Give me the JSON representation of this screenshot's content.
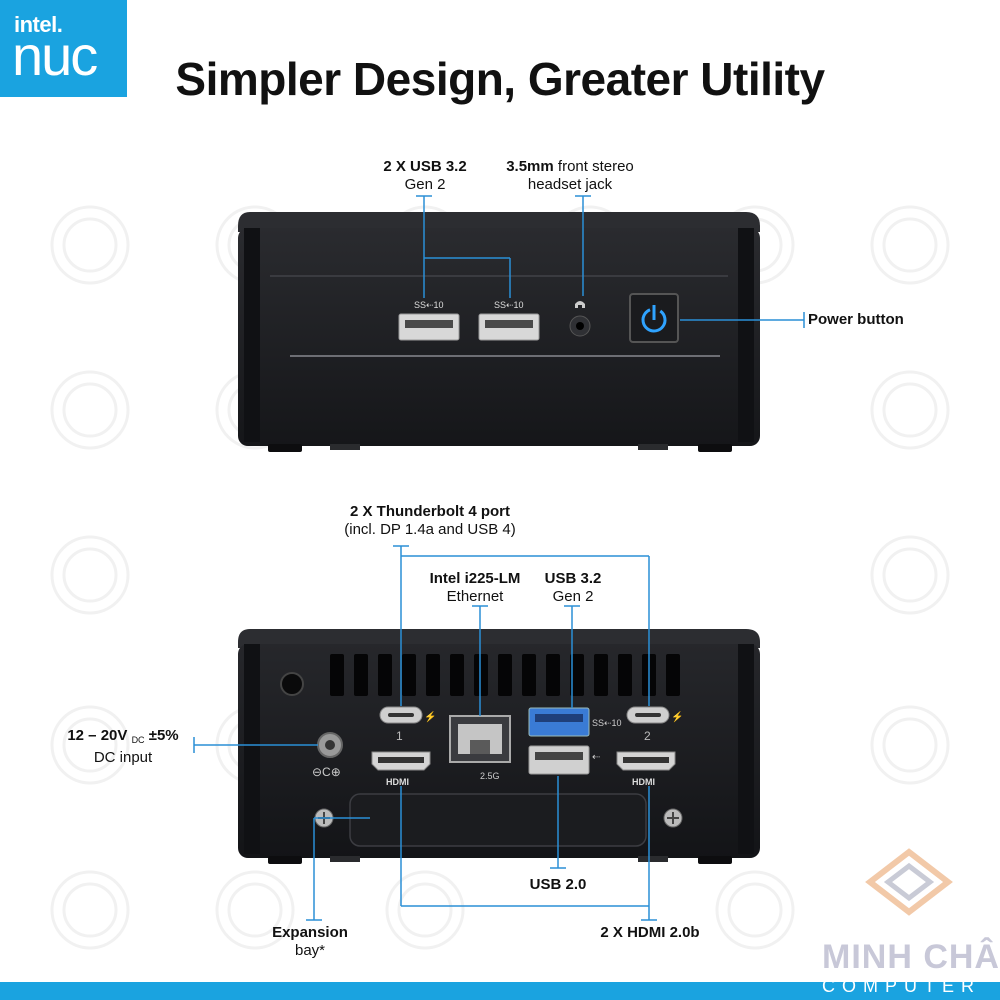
{
  "logo": {
    "intel": "intel.",
    "nuc": "nuc"
  },
  "title": "Simpler Design, Greater Utility",
  "front": {
    "usb_label_bold": "2 X USB 3.2",
    "usb_label_rest": "Gen 2",
    "jack_label_bold": "3.5mm",
    "jack_label_rest1": "front stereo",
    "jack_label_rest2": "headset jack",
    "power_label": "Power button"
  },
  "rear": {
    "tb_label_bold": "2 X Thunderbolt 4 port",
    "tb_label_rest": "(incl. DP 1.4a and USB 4)",
    "eth_label_bold": "Intel i225-LM",
    "eth_label_rest": "Ethernet",
    "usb32_label_bold": "USB 3.2",
    "usb32_label_rest": "Gen 2",
    "dc_label_bold": "12 – 20V",
    "dc_label_sub": "DC",
    "dc_label_pct": "±5%",
    "dc_label_rest": "DC input",
    "expansion_label_bold": "Expansion",
    "expansion_label_rest": "bay*",
    "usb20_label": "USB 2.0",
    "hdmi_label": "2 X HDMI 2.0b",
    "port_tb1_num": "1",
    "port_tb2_num": "2",
    "hdmi_text": "HDMI",
    "eth_speed": "2.5G",
    "ss10": "SS⇠10"
  },
  "brand": {
    "name": "MINH CHÂU",
    "sub": "COMPUTER"
  },
  "colors": {
    "accent": "#1aa3e0",
    "leader": "#2a8fd6",
    "device": "#1c1d20"
  }
}
